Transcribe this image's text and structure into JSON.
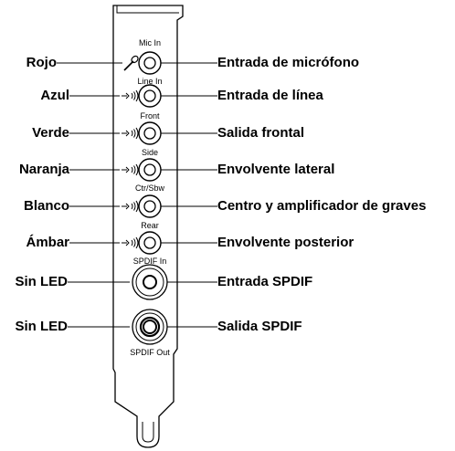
{
  "ports": [
    {
      "name": "Mic In",
      "color_label": "Rojo",
      "description": "Entrada de micrófono",
      "icon": "microphone-icon"
    },
    {
      "name": "Line In",
      "color_label": "Azul",
      "description": "Entrada de línea",
      "icon": "line-in-icon"
    },
    {
      "name": "Front",
      "color_label": "Verde",
      "description": "Salida frontal",
      "icon": "line-out-icon"
    },
    {
      "name": "Side",
      "color_label": "Naranja",
      "description": "Envolvente lateral",
      "icon": "line-out-icon"
    },
    {
      "name": "Ctr/Sbw",
      "color_label": "Blanco",
      "description": "Centro y amplificador de graves",
      "icon": "line-out-icon"
    },
    {
      "name": "Rear",
      "color_label": "Ámbar",
      "description": "Envolvente posterior",
      "icon": "line-out-icon"
    },
    {
      "name": "SPDIF In",
      "color_label": "Sin LED",
      "description": "Entrada SPDIF",
      "icon": ""
    },
    {
      "name": "SPDIF Out",
      "color_label": "Sin LED",
      "description": "Salida SPDIF",
      "icon": ""
    }
  ]
}
